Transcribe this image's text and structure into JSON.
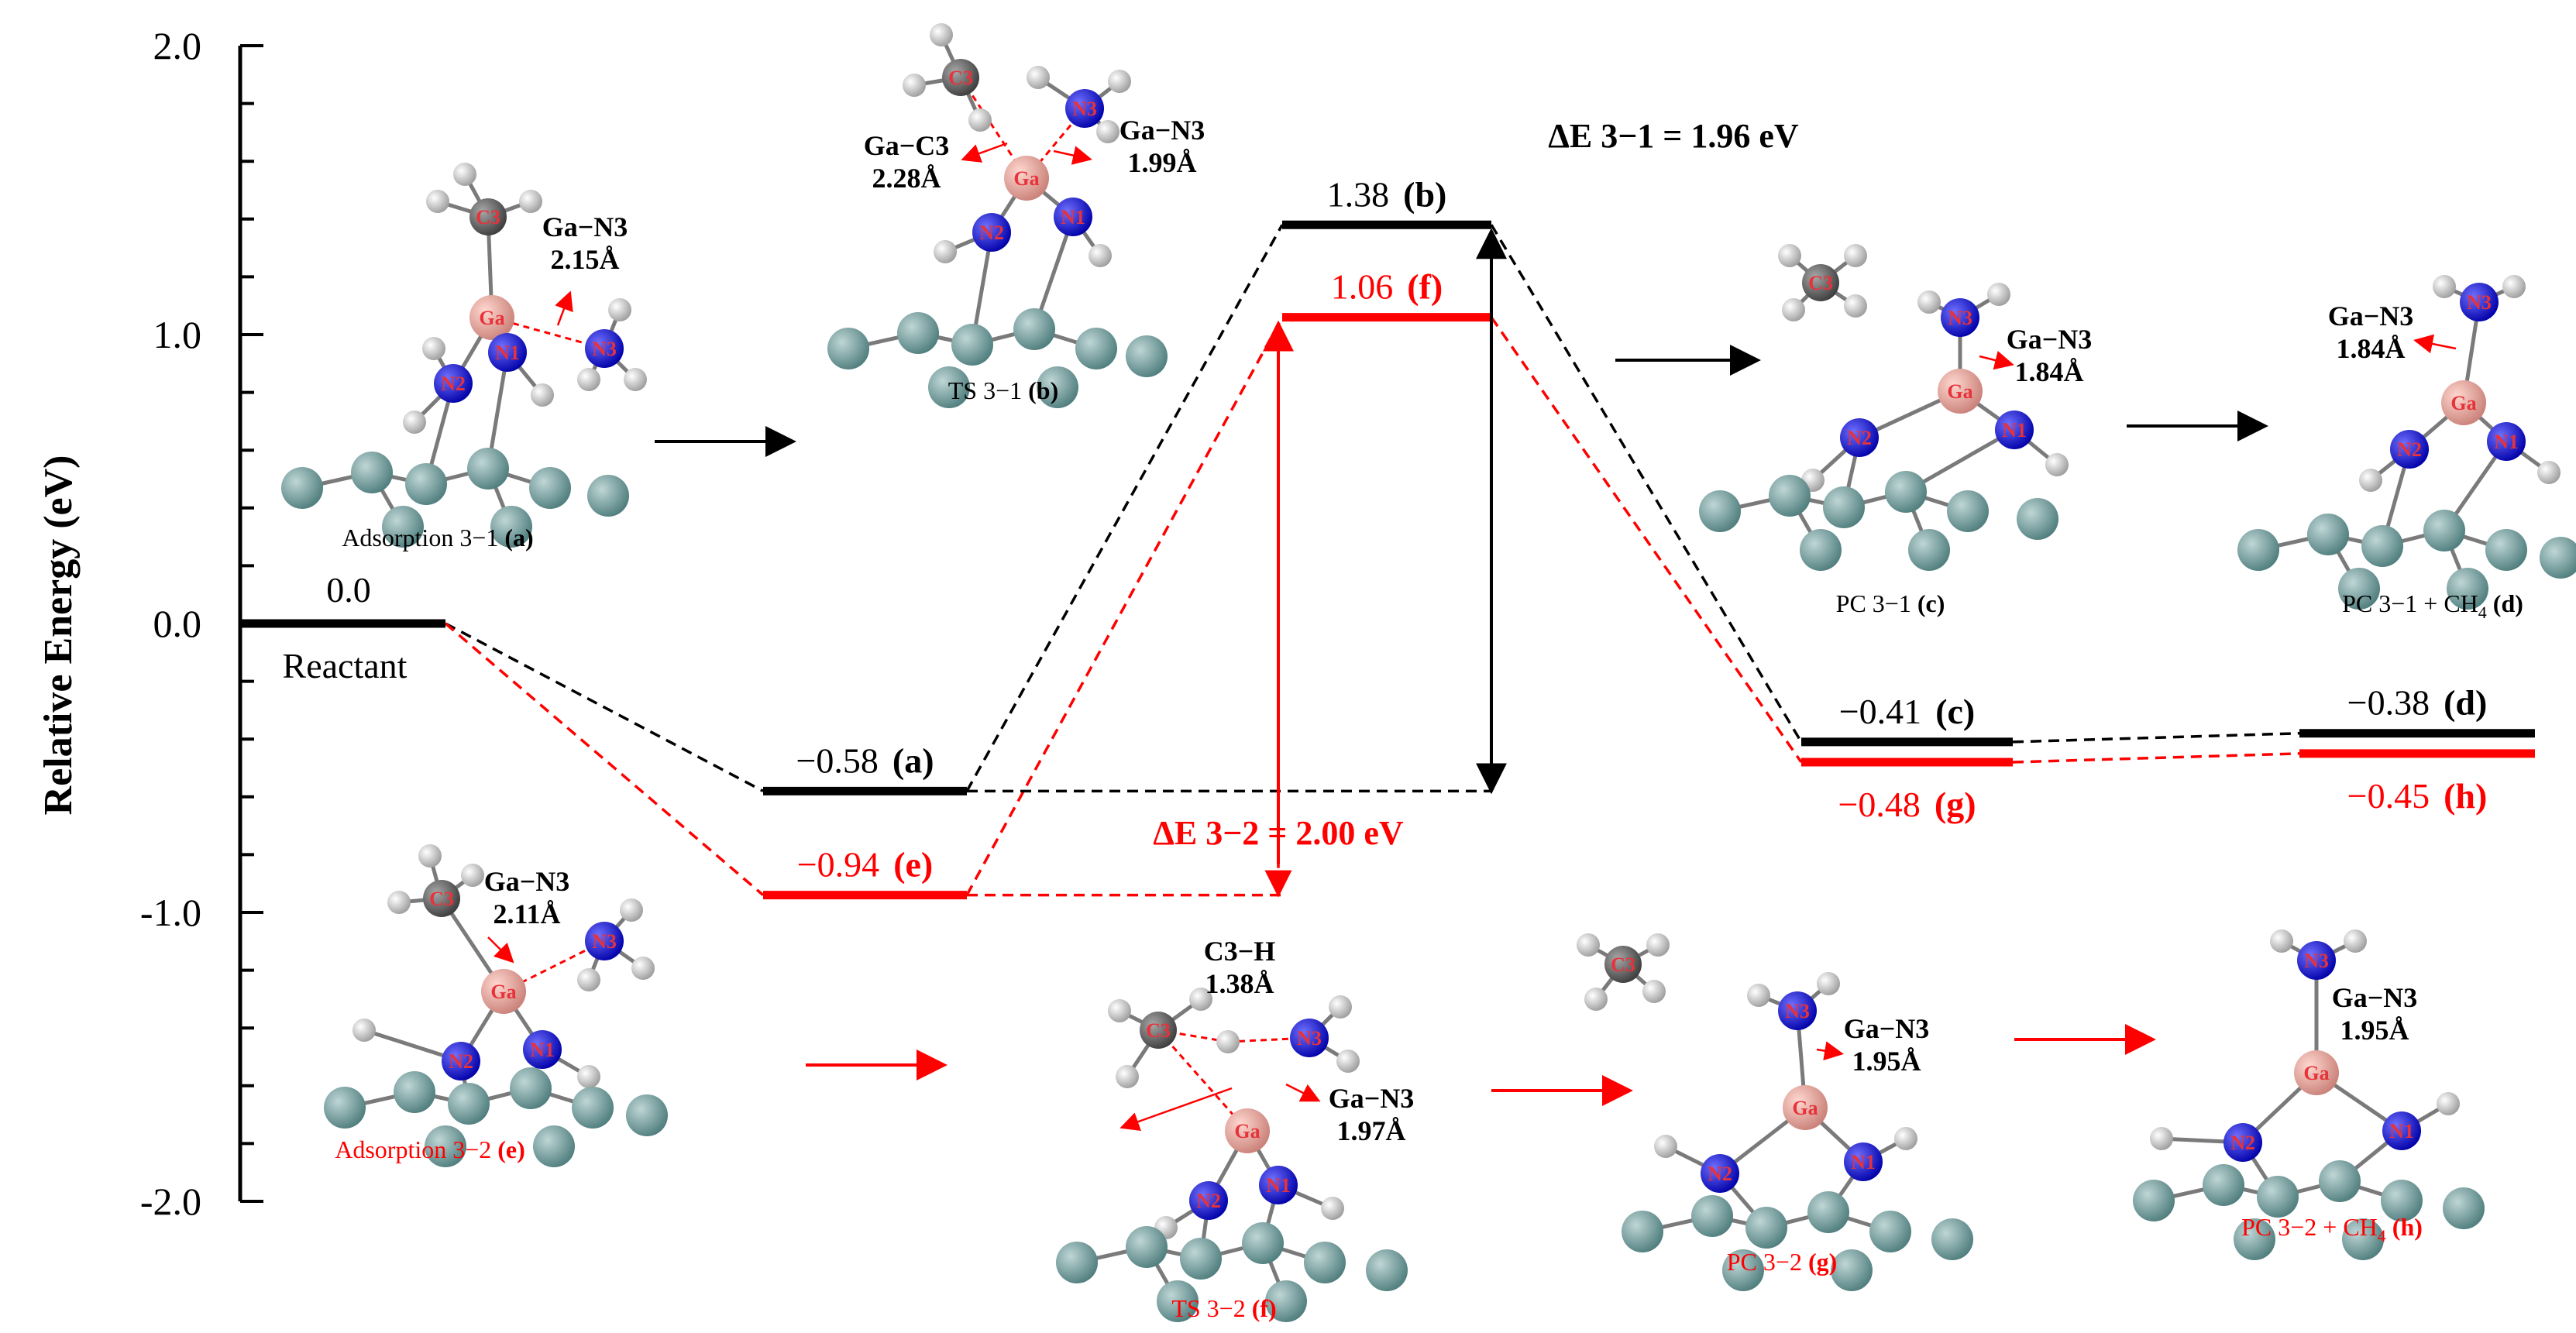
{
  "chart_data": {
    "type": "line",
    "ylabel": "Relative Energy (eV)",
    "ylim": [
      -2.0,
      2.0
    ],
    "yticks": [
      "2.0",
      "1.0",
      "0.0",
      "-1.0",
      "-2.0"
    ],
    "colors": {
      "pathway_3_1": "#000000",
      "pathway_3_2": "#ff0000"
    },
    "levels": [
      {
        "key": "reactant",
        "value": 0.0,
        "value_text": "0.0",
        "letter": "",
        "color": "#000000",
        "name": "Reactant"
      },
      {
        "key": "a",
        "value": -0.58,
        "value_text": "−0.58",
        "letter": "(a)",
        "color": "#000000"
      },
      {
        "key": "b",
        "value": 1.38,
        "value_text": "1.38",
        "letter": "(b)",
        "color": "#000000"
      },
      {
        "key": "c",
        "value": -0.41,
        "value_text": "−0.41",
        "letter": "(c)",
        "color": "#000000"
      },
      {
        "key": "d",
        "value": -0.38,
        "value_text": "−0.38",
        "letter": "(d)",
        "color": "#000000"
      },
      {
        "key": "e",
        "value": -0.94,
        "value_text": "−0.94",
        "letter": "(e)",
        "color": "#ff0000"
      },
      {
        "key": "f",
        "value": 1.06,
        "value_text": "1.06",
        "letter": "(f)",
        "color": "#ff0000"
      },
      {
        "key": "g",
        "value": -0.48,
        "value_text": "−0.48",
        "letter": "(g)",
        "color": "#ff0000"
      },
      {
        "key": "h",
        "value": -0.45,
        "value_text": "−0.45",
        "letter": "(h)",
        "color": "#ff0000"
      }
    ],
    "barriers": [
      {
        "label": "ΔE 3−1 = 1.96 eV",
        "from": -0.58,
        "to": 1.38,
        "color": "#000000"
      },
      {
        "label": "ΔE 3−2 = 2.00 eV",
        "from": -0.94,
        "to": 1.06,
        "color": "#ff0000"
      }
    ],
    "structures": [
      {
        "key": "ads31",
        "name": "Adsorption 3−1",
        "letter": "(a)",
        "color": "#000000",
        "bonds": [
          {
            "name": "Ga−N3",
            "length": "2.15Å"
          }
        ],
        "atoms": [
          "C3",
          "Ga",
          "N1",
          "N2",
          "N3"
        ]
      },
      {
        "key": "ts31",
        "name": "TS 3−1",
        "letter": "(b)",
        "color": "#000000",
        "bonds": [
          {
            "name": "Ga−C3",
            "length": "2.28Å"
          },
          {
            "name": "Ga−N3",
            "length": "1.99Å"
          }
        ],
        "atoms": [
          "C3",
          "N3",
          "Ga",
          "N2",
          "N1"
        ]
      },
      {
        "key": "pc31",
        "name": "PC 3−1",
        "letter": "(c)",
        "color": "#000000",
        "bonds": [
          {
            "name": "Ga−N3",
            "length": "1.84Å"
          }
        ],
        "atoms": [
          "C3",
          "N3",
          "Ga",
          "N2",
          "N1"
        ]
      },
      {
        "key": "pc31ch4",
        "name": "PC 3−1 + CH",
        "sub": "4",
        "letter": "(d)",
        "color": "#000000",
        "bonds": [
          {
            "name": "Ga−N3",
            "length": "1.84Å"
          }
        ],
        "atoms": [
          "N3",
          "Ga",
          "N2",
          "N1"
        ]
      },
      {
        "key": "ads32",
        "name": "Adsorption 3−2",
        "letter": "(e)",
        "color": "#ff0000",
        "bonds": [
          {
            "name": "Ga−N3",
            "length": "2.11Å"
          }
        ],
        "atoms": [
          "C3",
          "N3",
          "Ga",
          "N2",
          "N1"
        ]
      },
      {
        "key": "ts32",
        "name": "TS 3−2",
        "letter": "(f)",
        "color": "#ff0000",
        "bonds": [
          {
            "name": "C3−H",
            "length": "1.38Å"
          },
          {
            "name": "Ga−N3",
            "length": "1.97Å"
          }
        ],
        "atoms": [
          "C3",
          "N3",
          "Ga",
          "N2",
          "N1"
        ]
      },
      {
        "key": "pc32",
        "name": "PC 3−2",
        "letter": "(g)",
        "color": "#ff0000",
        "bonds": [
          {
            "name": "Ga−N3",
            "length": "1.95Å"
          }
        ],
        "atoms": [
          "C3",
          "N3",
          "Ga",
          "N2",
          "N1"
        ]
      },
      {
        "key": "pc32ch4",
        "name": "PC 3−2 + CH",
        "sub": "4",
        "letter": "(h)",
        "color": "#ff0000",
        "bonds": [
          {
            "name": "Ga−N3",
            "length": "1.95Å"
          }
        ],
        "atoms": [
          "N3",
          "Ga",
          "N2",
          "N1"
        ]
      }
    ]
  }
}
